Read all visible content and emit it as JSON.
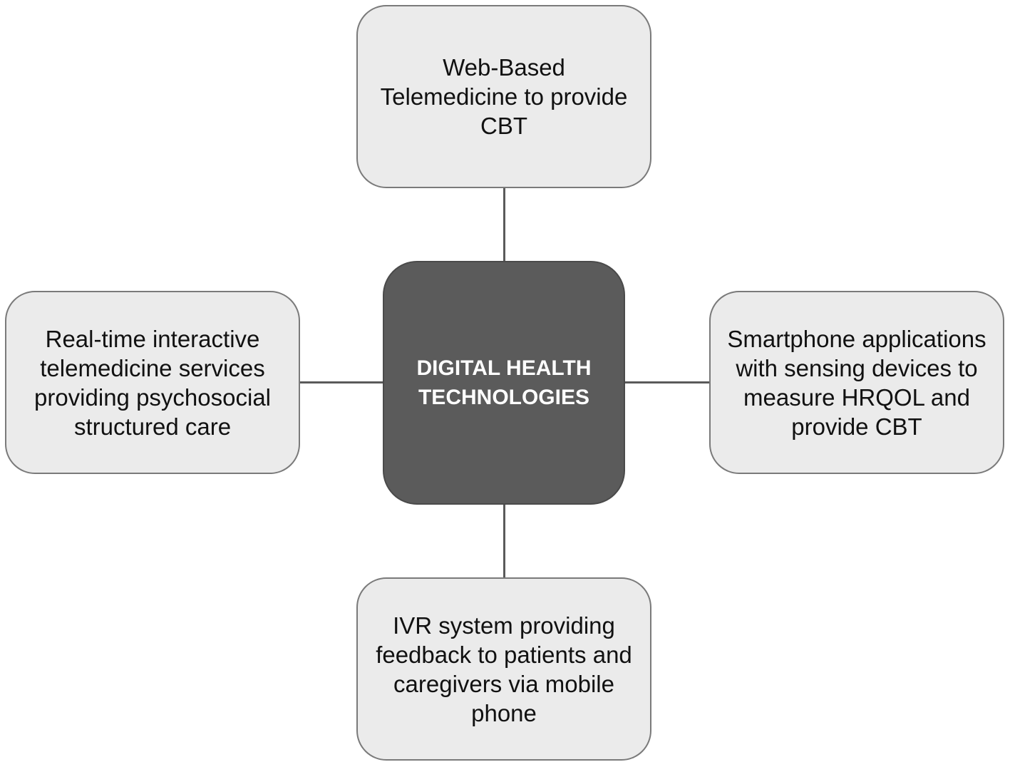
{
  "diagram": {
    "center": {
      "label": "DIGITAL HEALTH TECHNOLOGIES",
      "fill": "#5b5b5b",
      "text_color": "#ffffff"
    },
    "nodes": {
      "top": {
        "label": "Web-Based Telemedicine to provide CBT"
      },
      "left": {
        "label": "Real-time interactive telemedicine services providing psychosocial structured care"
      },
      "right": {
        "label": "Smartphone applications with sensing devices to measure HRQOL and provide CBT"
      },
      "bottom": {
        "label": "IVR system providing feedback to patients and caregivers via mobile phone"
      }
    },
    "colors": {
      "node_fill": "#ebebeb",
      "node_border": "#7a7a7a",
      "connector": "#5a5a5a"
    }
  }
}
